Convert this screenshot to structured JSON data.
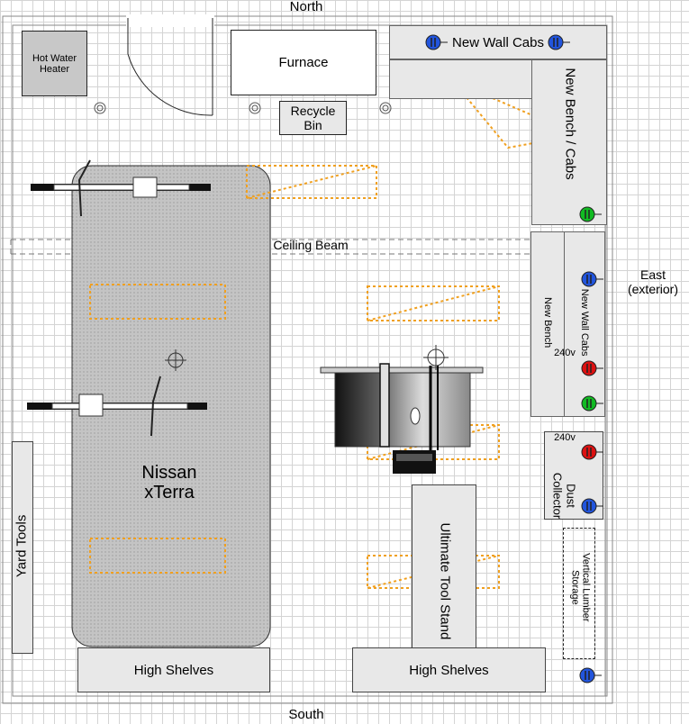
{
  "compass": {
    "north": "North",
    "south": "South",
    "east": "East\n(exterior)"
  },
  "items": {
    "hot_water_heater": "Hot Water Heater",
    "furnace": "Furnace",
    "recycle_bin": "Recycle Bin",
    "new_wall_cabs_top": "New Wall Cabs",
    "new_bench_cabs": "New Bench / Cabs",
    "ceiling_beam": "Ceiling Beam",
    "new_bench": "New Bench",
    "new_wall_cabs_side": "New Wall Cabs",
    "volt_240_a": "240v",
    "volt_240_b": "240v",
    "dust_collector": "Dust Collector",
    "vertical_lumber_storage": "Vertical Lumber Storage",
    "nissan_xterra": "Nissan\nxTerra",
    "yard_tools": "Yard Tools",
    "ultimate_tool_stand": "Ultimate Tool Stand",
    "high_shelves_left": "High Shelves",
    "high_shelves_right": "High Shelves"
  },
  "colors": {
    "wall": "#888888",
    "grid": "#d4d4d4",
    "fixture_fill": "#e8e8e8",
    "heater_fill": "#c8c8c8",
    "car_fill": "#c4c4c4",
    "outlet_blue": "#2255dd",
    "outlet_red": "#dd1111",
    "outlet_green": "#11bb22",
    "light_fixture_orange": "#f0a020",
    "beam_dash": "#777777"
  },
  "outlets": [
    {
      "name": "outlet-blue-wallcab-left",
      "color": "blue"
    },
    {
      "name": "outlet-blue-wallcab-right",
      "color": "blue"
    },
    {
      "name": "outlet-green-bench",
      "color": "green"
    },
    {
      "name": "outlet-blue-east-1",
      "color": "blue"
    },
    {
      "name": "outlet-red-240v-1",
      "color": "red"
    },
    {
      "name": "outlet-green-east-2",
      "color": "green"
    },
    {
      "name": "outlet-red-240v-2",
      "color": "red"
    },
    {
      "name": "outlet-blue-dust",
      "color": "blue"
    },
    {
      "name": "outlet-blue-southeast",
      "color": "blue"
    }
  ]
}
